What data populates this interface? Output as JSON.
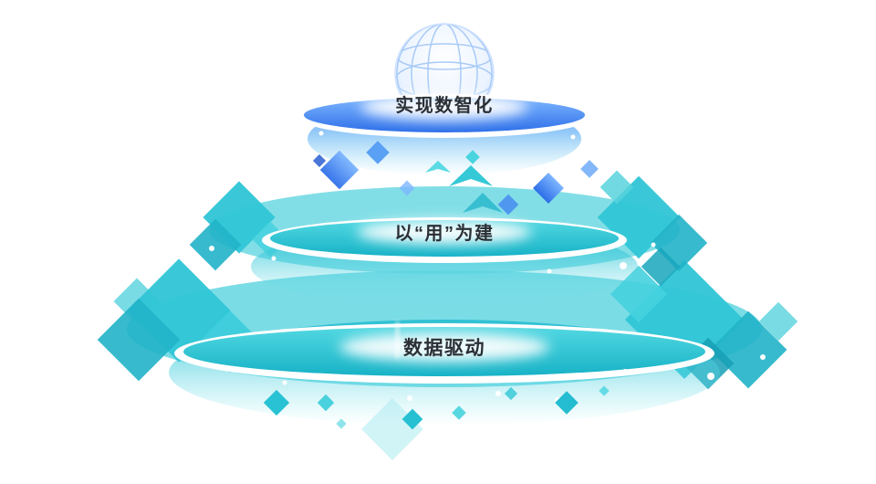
{
  "diagram": {
    "tiers": {
      "top": {
        "label": "实现数智化"
      },
      "middle": {
        "label": "以“用”为建"
      },
      "bottom": {
        "label": "数据驱动"
      }
    },
    "palette": {
      "blue": "#2E6FE8",
      "blue_light": "#7DB6FF",
      "teal": "#2CC2D4",
      "teal_deep": "#17B2C6",
      "label_text": "#2B3036",
      "background": "#FFFFFF"
    }
  }
}
